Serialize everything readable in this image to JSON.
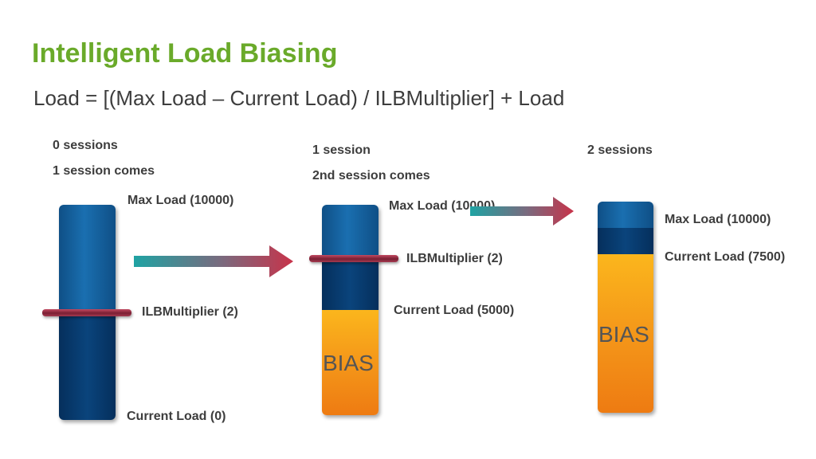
{
  "title": "Intelligent Load Biasing",
  "formula": "Load = [(Max Load – Current Load) / ILBMultiplier] + Load",
  "stages": [
    {
      "heading": "0 sessions",
      "subheading": "1 session comes",
      "max_label": "Max Load (10000)",
      "multiplier_label": "ILBMultiplier (2)",
      "current_label": "Current Load (0)"
    },
    {
      "heading": "1 session",
      "subheading": "2nd session comes",
      "max_label": "Max Load (10000)",
      "multiplier_label": "ILBMultiplier (2)",
      "current_label": "Current Load (5000)",
      "bias_label": "BIAS"
    },
    {
      "heading": "2 sessions",
      "max_label": "Max Load (10000)",
      "current_label": "Current Load (7500)",
      "bias_label": "BIAS"
    }
  ],
  "colors": {
    "title": "#6aaa2a",
    "bar_blue": "#1a6fb0",
    "bar_navy": "#0a447c",
    "bias_orange": "#f59a1a",
    "marker": "#8a2a3e",
    "arrow_start": "#1fa3a3",
    "arrow_end": "#c8334a"
  }
}
